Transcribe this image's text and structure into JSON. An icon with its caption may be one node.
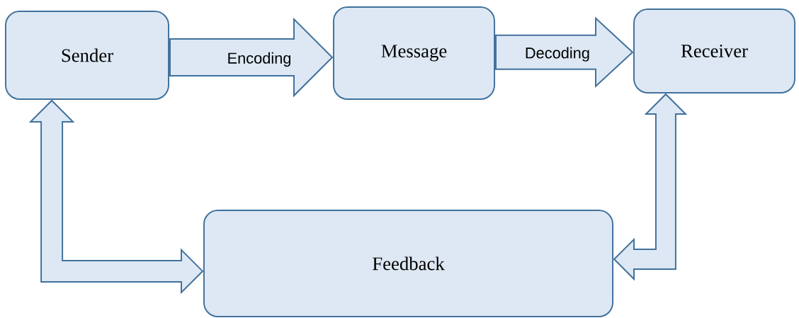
{
  "diagram": {
    "nodes": [
      {
        "text": [
          "Sender"
        ]
      },
      {
        "text": [
          "Message"
        ]
      },
      {
        "text": [
          "Receiver"
        ]
      },
      {
        "text": [
          "Feedback"
        ]
      }
    ],
    "edges": [
      {
        "from": 0,
        "to": 1,
        "arrow": "to",
        "label": "Encoding"
      },
      {
        "from": 1,
        "to": 2,
        "arrow": "to",
        "label": "Decoding"
      },
      {
        "from": 0,
        "to": 3,
        "arrow": "both"
      },
      {
        "from": 2,
        "to": 3,
        "arrow": "both"
      }
    ]
  }
}
